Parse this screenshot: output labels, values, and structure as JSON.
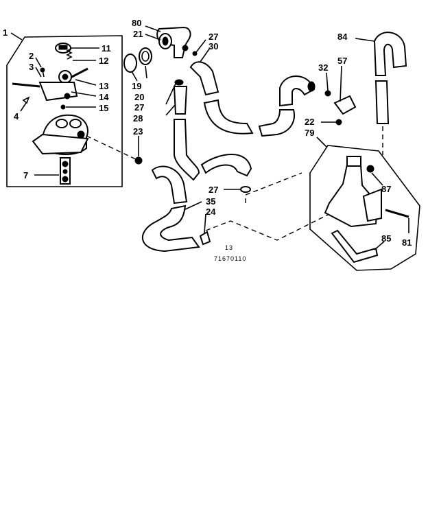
{
  "callouts": [
    {
      "id": "c1",
      "text": "1"
    },
    {
      "id": "c2",
      "text": "2"
    },
    {
      "id": "c3",
      "text": "3"
    },
    {
      "id": "c4",
      "text": "4"
    },
    {
      "id": "c7",
      "text": "7"
    },
    {
      "id": "c11",
      "text": "11"
    },
    {
      "id": "c12",
      "text": "12"
    },
    {
      "id": "c13",
      "text": "13"
    },
    {
      "id": "c14",
      "text": "14"
    },
    {
      "id": "c15",
      "text": "15"
    },
    {
      "id": "c80",
      "text": "80"
    },
    {
      "id": "c21",
      "text": "21"
    },
    {
      "id": "c19",
      "text": "19"
    },
    {
      "id": "c20",
      "text": "20"
    },
    {
      "id": "c27a",
      "text": "27"
    },
    {
      "id": "c28",
      "text": "28"
    },
    {
      "id": "c23",
      "text": "23"
    },
    {
      "id": "c27b",
      "text": "27"
    },
    {
      "id": "c30",
      "text": "30"
    },
    {
      "id": "c27c",
      "text": "27"
    },
    {
      "id": "c35",
      "text": "35"
    },
    {
      "id": "c24",
      "text": "24"
    },
    {
      "id": "c84",
      "text": "84"
    },
    {
      "id": "c32",
      "text": "32"
    },
    {
      "id": "c57",
      "text": "57"
    },
    {
      "id": "c22",
      "text": "22"
    },
    {
      "id": "c79",
      "text": "79"
    },
    {
      "id": "c87",
      "text": "87"
    },
    {
      "id": "c85",
      "text": "85"
    },
    {
      "id": "c81",
      "text": "81"
    }
  ],
  "caption": {
    "figure": "13",
    "code": "71670110"
  }
}
